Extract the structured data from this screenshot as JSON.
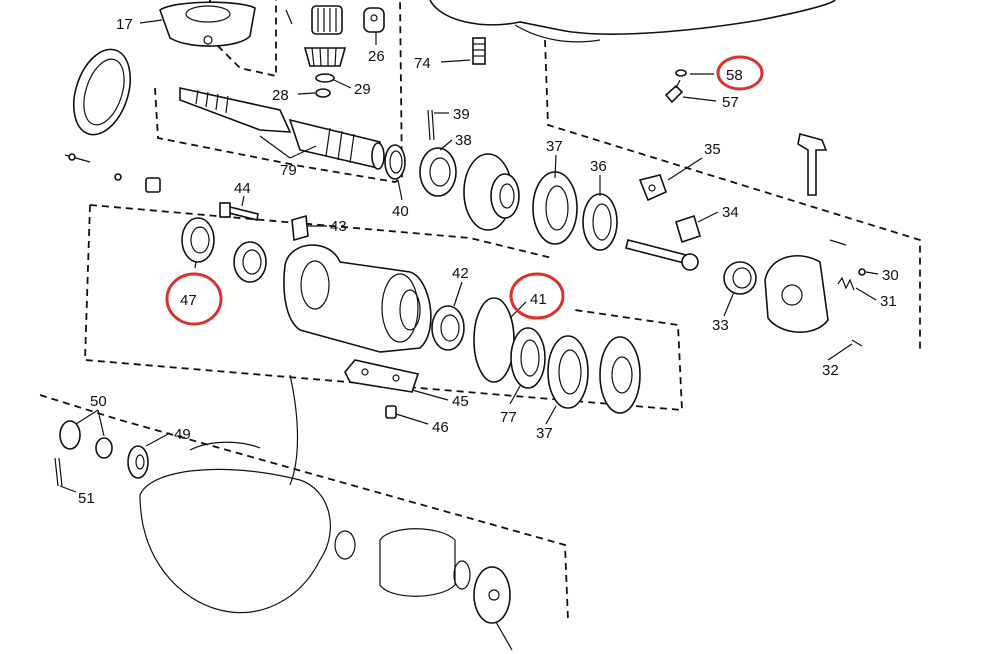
{
  "diagram": {
    "highlight_color": "#d9332b",
    "labels": {
      "l17": "17",
      "l26": "26",
      "l29": "29",
      "l28": "28",
      "l74": "74",
      "l58": "58",
      "l57": "57",
      "l39": "39",
      "l38": "38",
      "l79": "79",
      "l37a": "37",
      "l36": "36",
      "l35": "35",
      "l40": "40",
      "l44": "44",
      "l43": "43",
      "l34": "34",
      "l42": "42",
      "l41": "41",
      "l47": "47",
      "l30": "30",
      "l31": "31",
      "l33": "33",
      "l32": "32",
      "l45": "45",
      "l77": "77",
      "l37b": "37",
      "l46": "46",
      "l50": "50",
      "l49": "49",
      "l51": "51"
    },
    "highlighted": [
      "47",
      "41",
      "58"
    ]
  }
}
